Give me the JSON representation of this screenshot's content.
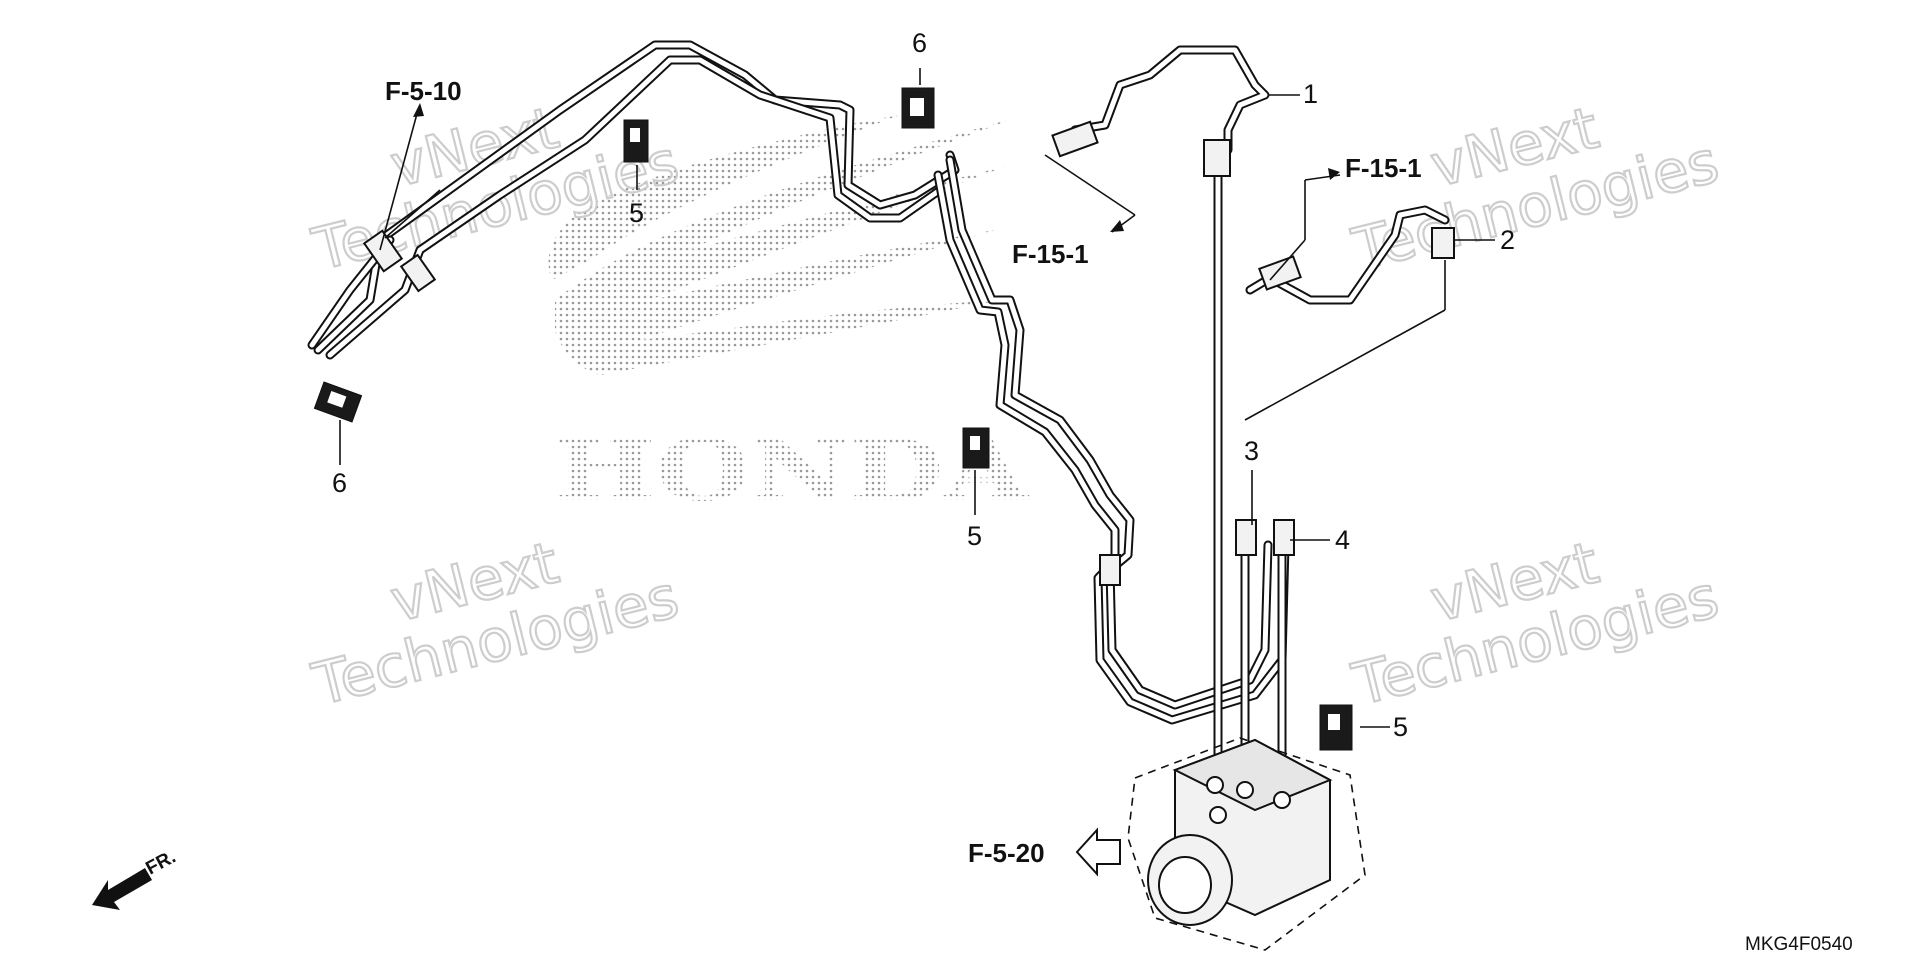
{
  "watermark": {
    "line1": "vNext",
    "line2": "Technologies"
  },
  "logo": {
    "text": "HONDA"
  },
  "callouts": {
    "n1": "1",
    "n2": "2",
    "n3": "3",
    "n4": "4",
    "n5a": "5",
    "n5b": "5",
    "n5c": "5",
    "n6a": "6",
    "n6b": "6"
  },
  "refs": {
    "f510": "F-5-10",
    "f151a": "F-15-1",
    "f151b": "F-15-1",
    "f520": "F-5-20"
  },
  "direction": {
    "label": "FR."
  },
  "diagram_code": "MKG4F0540",
  "colors": {
    "line": "#111111",
    "watermark": "#c8c8c8",
    "logo_dots": "#9a9a9a",
    "background": "#ffffff"
  }
}
